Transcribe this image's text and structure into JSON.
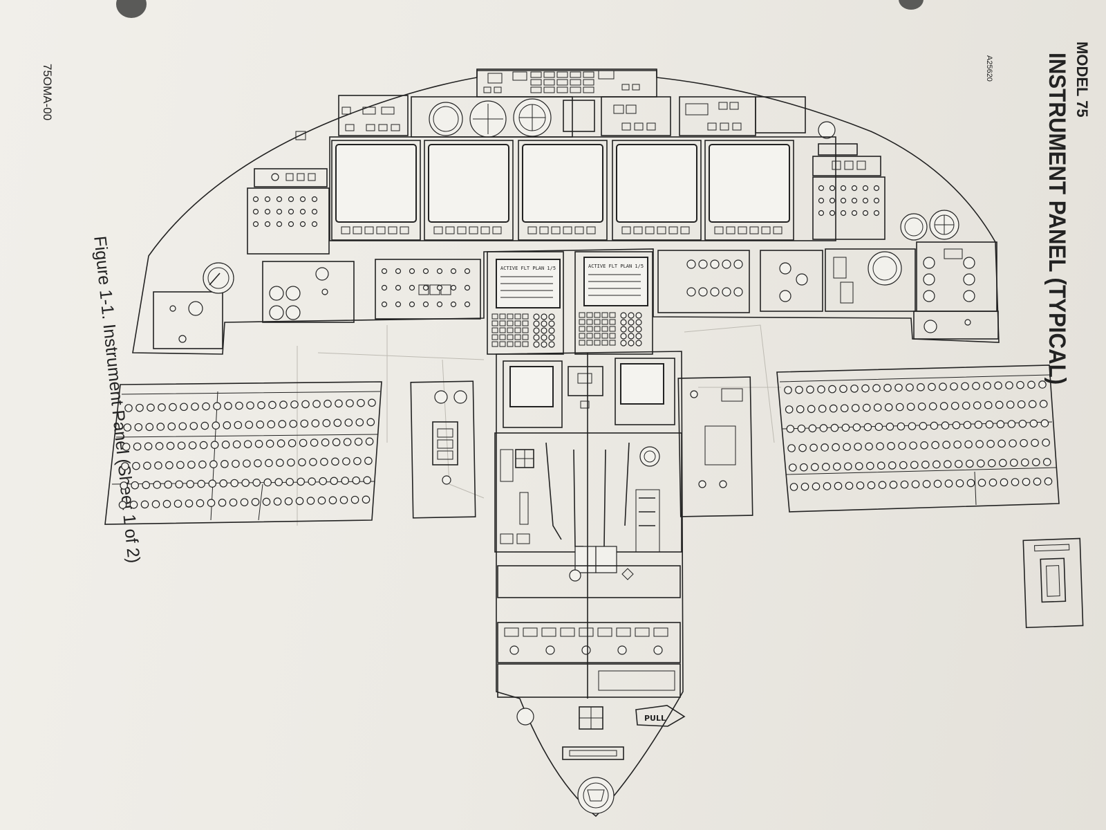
{
  "document": {
    "header_model": "MODEL 75",
    "doc_code": "A25620",
    "page_title": "INSTRUMENT PANEL (TYPICAL)",
    "side_code": "75OMA-00",
    "figure_caption": "Figure 1-1. Instrument Panel (Sheet 1 of 2)"
  },
  "panel_labels": {
    "cdu_left_title": "ACTIVE FLT PLAN 1/5",
    "cdu_right_title": "ACTIVE FLT PLAN 1/5",
    "pull_handle": "PULL"
  },
  "colors": {
    "paper": "#eeece6",
    "ink": "#222222"
  }
}
